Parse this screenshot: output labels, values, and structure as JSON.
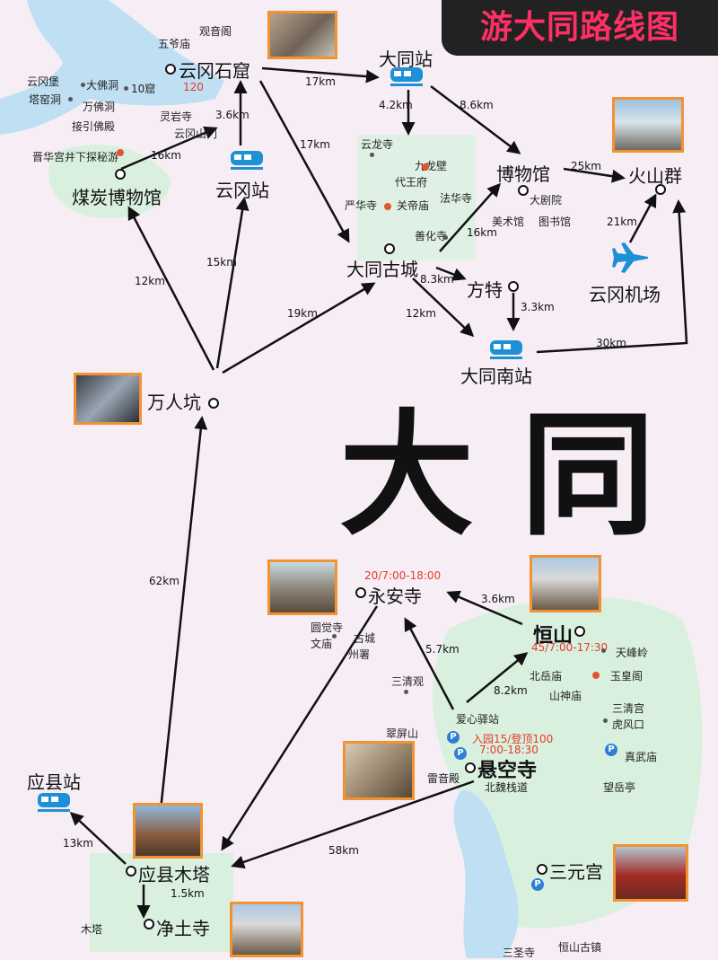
{
  "title": "游大同路线图",
  "center_chars": [
    "大",
    "同"
  ],
  "colors": {
    "route": "#111111",
    "train": "#1e90d6",
    "plane": "#1e90d6",
    "title_text": "#ff2f66",
    "price": "#e63a2a",
    "green_zone": "#d9f0df",
    "water": "#bfe0f2"
  },
  "places": {
    "yungang_grottoes": "云冈石窟",
    "datong_station": "大同站",
    "museum": "博物馆",
    "volcano": "火山群",
    "coal_museum": "煤炭博物馆",
    "yungang_station": "云冈站",
    "old_city": "大同古城",
    "fangte": "方特",
    "airport": "云冈机场",
    "south_station": "大同南站",
    "wanrenkeng": "万人坑",
    "yongan_temple": "永安寺",
    "hengshan": "恒山",
    "hanging_temple": "悬空寺",
    "yingxian_station": "应县站",
    "wooden_pagoda": "应县木塔",
    "jingtu_temple": "净土寺",
    "sanyuan_palace": "三元宫"
  },
  "small_labels": {
    "guanyin_ge": "观音阁",
    "wuye_miao": "五爷庙",
    "yungang_bao": "云冈堡",
    "dafo_dong": "大佛洞",
    "shiku": "10窟",
    "tayao_dong": "塔窑洞",
    "wanfo_dong": "万佛洞",
    "jieyin_fodian": "接引佛殿",
    "lingyan_si": "灵岩寺",
    "yungang_shanmen": "云冈山门",
    "jinhua_gong": "晋华宫井下探秘游",
    "yunlong_si": "云龙寺",
    "jiulong_bi": "九龙壁",
    "daiwang_fu": "代王府",
    "fahua_si": "法华寺",
    "yanhua_si": "严华寺",
    "guandi_miao": "关帝庙",
    "shanhua_si": "善化寺",
    "dajuyuan": "大剧院",
    "meishuguan": "美术馆",
    "tushuguan": "图书馆",
    "yuanjue_si": "圆觉寺",
    "wenmiao": "文庙",
    "gucheng": "古城",
    "zhoushu": "州署",
    "sanqing_guan": "三清观",
    "cuiping_shan": "翠屏山",
    "aixin_yizhan": "爱心驿站",
    "leiyin_dian": "雷音殿",
    "beiwei_zhandao": "北魏栈道",
    "tianfeng_ling": "天峰岭",
    "beiyue_miao": "北岳庙",
    "yuhuang_ge": "玉皇阁",
    "shanshen_miao": "山神庙",
    "sanqing_gong": "三清宫",
    "hufeng_kou": "虎风口",
    "zhenwu_miao": "真武庙",
    "wangyue_ting": "望岳亭",
    "muta": "木塔",
    "sansheng_si": "三圣寺",
    "hengshan_guzhen": "恒山古镇"
  },
  "prices": {
    "yungang": "120",
    "yongan": "20/7:00-18:00",
    "hengshan": "45/7:00-17:30",
    "hanging_ticket": "入园15/登顶100",
    "hanging_hours": "7:00-18:30"
  },
  "distances": {
    "yungang_to_station": "17km",
    "station_to_old_city": "4.2km",
    "station_to_museum": "8.6km",
    "yungang_to_old_city": "17km",
    "shanmen_to_grottoes": "3.6km",
    "coal_to_yungang_station": "16km",
    "museum_to_volcano": "25km",
    "airport_to_volcano": "21km",
    "old_city_to_museum": "16km",
    "old_city_to_fangte": "8.3km",
    "fangte_to_south": "3.3km",
    "old_city_to_south": "12km",
    "south_to_volcano": "30km",
    "wrk_to_coal": "12km",
    "wrk_to_yungang_station": "15km",
    "wrk_to_old_city": "19km",
    "yingxian_to_wrk": "62km",
    "hengshan_to_yongan": "3.6km",
    "hanging_to_yongan": "5.7km",
    "hanging_to_hengshan": "8.2km",
    "hanging_to_pagoda": "58km",
    "pagoda_to_yingxian_station": "13km",
    "pagoda_to_jingtu": "1.5km"
  },
  "parking_mark": "P"
}
